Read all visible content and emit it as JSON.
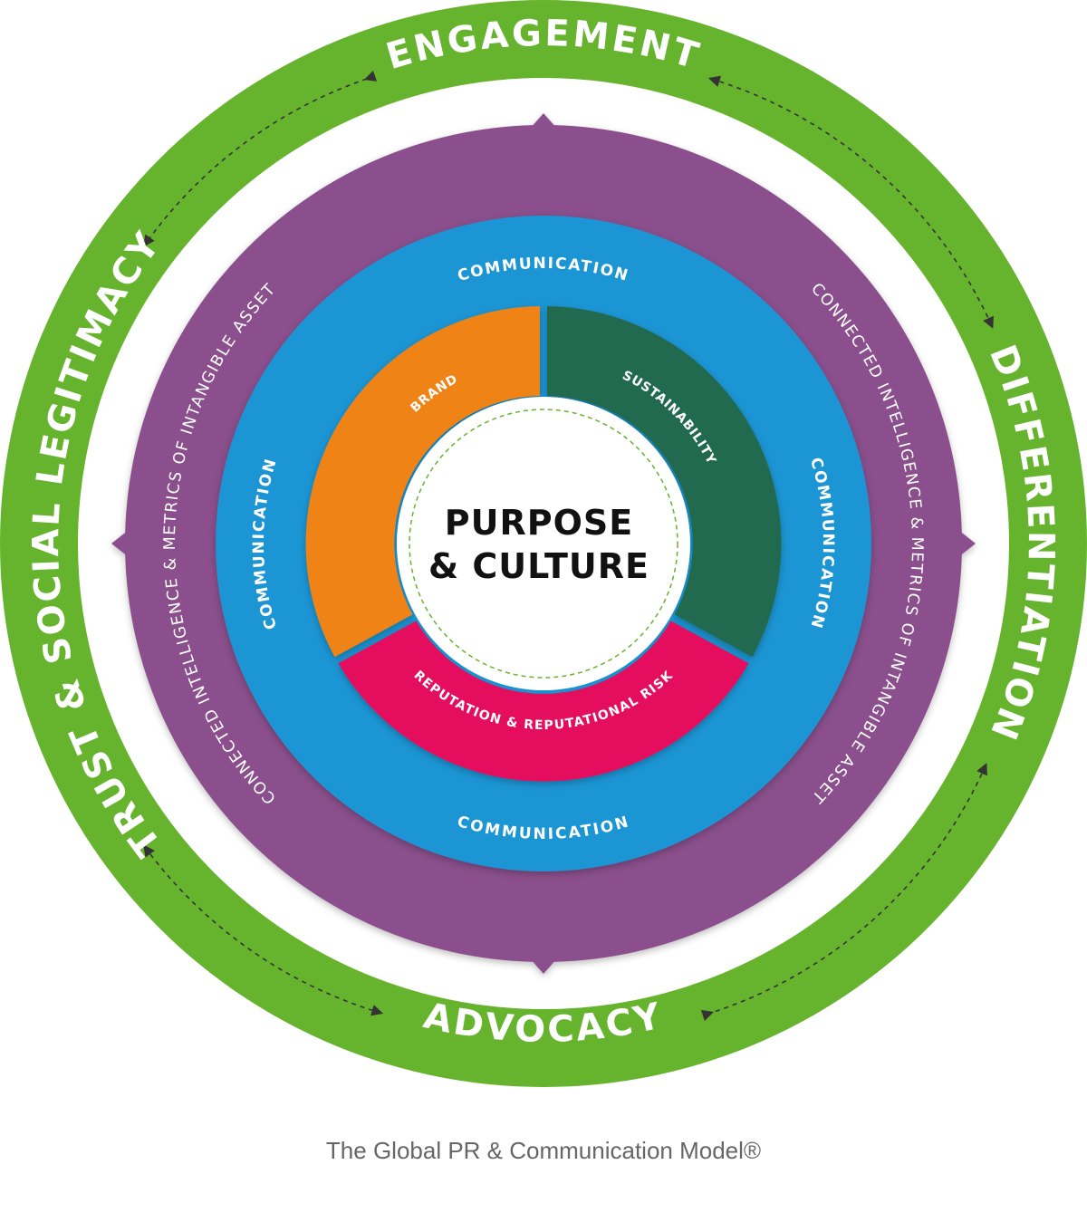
{
  "colors": {
    "outer_ring": "#66b32e",
    "purple_ring": "#8a4f8c",
    "blue_ring": "#1f95d4",
    "brand": "#f08312",
    "sustainability": "#236b4f",
    "reputation": "#e5115d",
    "center": "#ffffff",
    "dashed_circle": "#66b32e"
  },
  "outer_ring": {
    "top": "ENGAGEMENT",
    "right": "DIFFERENTIATION",
    "bottom": "ADVOCACY",
    "left": "TRUST & SOCIAL LEGITIMACY"
  },
  "purple_ring": {
    "left": "CONNECTED INTELLIGENCE & METRICS OF INTANGIBLE ASSET",
    "right": "CONNECTED INTELLIGENCE & METRICS OF INTANGIBLE ASSET"
  },
  "blue_ring": {
    "top": "COMMUNICATION",
    "right": "COMMUNICATION",
    "bottom": "COMMUNICATION",
    "left": "COMMUNICATION"
  },
  "segments": {
    "brand": "BRAND",
    "sustainability": "SUSTAINABILITY",
    "reputation": "REPUTATION & REPUTATIONAL RISK"
  },
  "center": {
    "line1": "PURPOSE",
    "line2": "& CULTURE"
  },
  "caption": "The Global PR & Communication Model®"
}
